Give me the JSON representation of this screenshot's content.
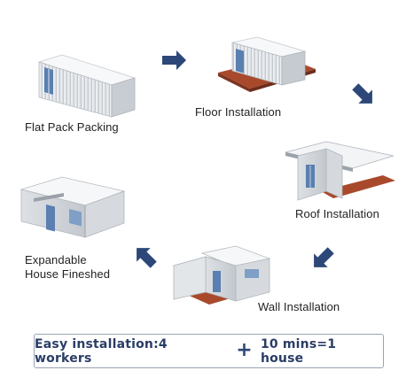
{
  "steps": [
    {
      "label": "Flat Pack Packing"
    },
    {
      "label": "Floor Installation"
    },
    {
      "label": "Roof Installation"
    },
    {
      "label": "Wall Installation"
    },
    {
      "label_line1": "Expandable",
      "label_line2": "House Fineshed"
    }
  ],
  "banner": {
    "part1": "Easy installation:4 workers",
    "plus": "+",
    "part2": "10 mins=1 house"
  },
  "colors": {
    "arrow": "#2c4778",
    "floor": "#a9492c",
    "panel": "#e4e7ea",
    "door": "#5a7fb0",
    "banner_text": "#2a3d66"
  }
}
